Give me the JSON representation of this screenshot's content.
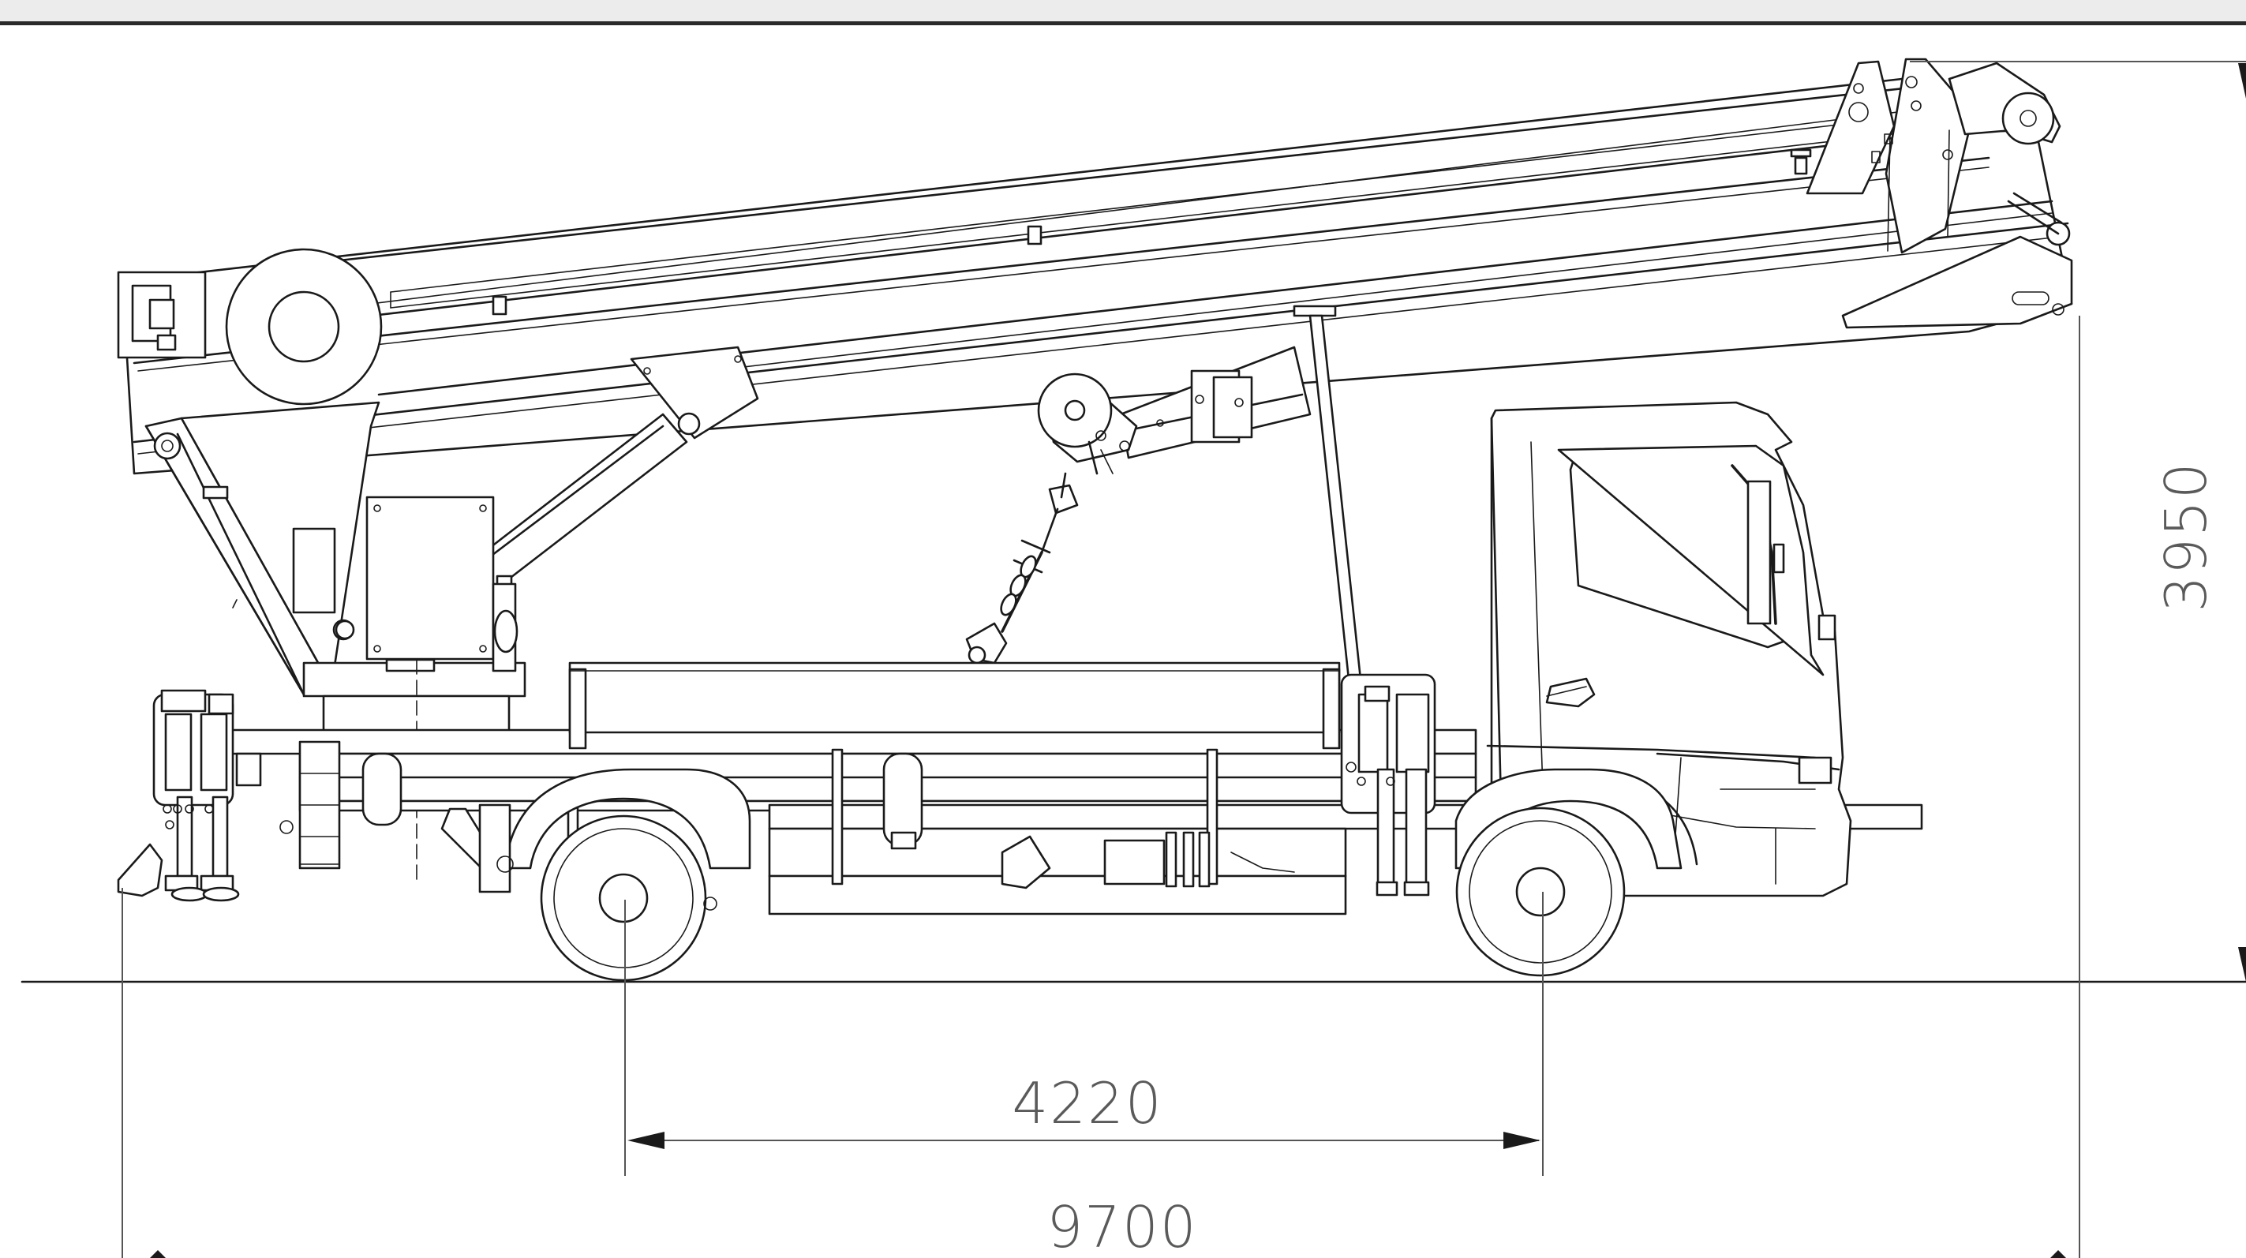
{
  "dimensions": {
    "wheelbase_mm": "4220",
    "overall_length_mm": "9700",
    "overall_height_mm": "3950"
  },
  "colors": {
    "line": "#1a1a1a",
    "dimension_text": "#5a5a5a",
    "background": "#ffffff",
    "top_bar": "#ececec"
  }
}
